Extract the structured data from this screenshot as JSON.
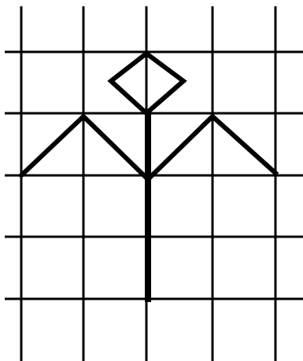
{
  "diagram": {
    "kind": "grid-figure",
    "colors": {
      "background": "#ffffff",
      "grid": "#000000",
      "figure": "#000000"
    },
    "grid": {
      "vertical_lines": 5,
      "horizontal_lines": 5
    },
    "figure": {
      "description_parts": [
        "diamond-head",
        "stem",
        "left-arm",
        "right-arm"
      ]
    }
  }
}
